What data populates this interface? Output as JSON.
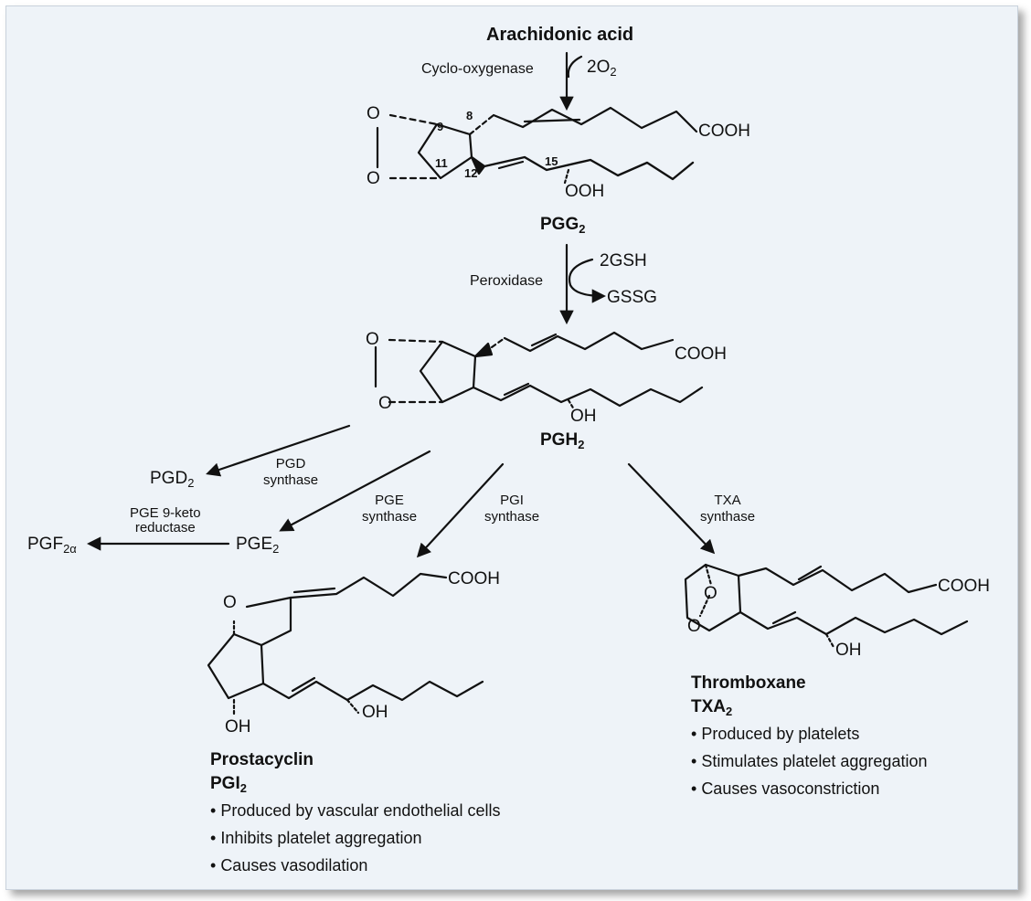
{
  "title": "Arachidonic acid",
  "steps": {
    "cox": {
      "enzyme": "Cyclo-oxygenase",
      "cofactor_base": "2O",
      "cofactor_sub": "2"
    },
    "pgg2": {
      "label_base": "PGG",
      "label_sub": "2",
      "cooh": "COOH",
      "ooh": "OOH",
      "o_top": "O",
      "o_bottom": "O",
      "pos9": "9",
      "pos8": "8",
      "pos11": "11",
      "pos12": "12",
      "pos15": "15"
    },
    "peroxidase": {
      "enzyme": "Peroxidase",
      "in": "2GSH",
      "out": "GSSG"
    },
    "pgh2": {
      "label_base": "PGH",
      "label_sub": "2",
      "cooh": "COOH",
      "oh": "OH",
      "o_top": "O",
      "o_bottom": "O"
    }
  },
  "branches": {
    "pgd": {
      "product_base": "PGD",
      "product_sub": "2",
      "enzyme_line1": "PGD",
      "enzyme_line2": "synthase"
    },
    "pge": {
      "product_base": "PGE",
      "product_sub": "2",
      "enzyme_line1": "PGE",
      "enzyme_line2": "synthase"
    },
    "pgf": {
      "product_base": "PGF",
      "product_sub": "2α",
      "enzyme_line1": "PGE 9-keto",
      "enzyme_line2": "reductase"
    },
    "pgi": {
      "enzyme_line1": "PGI",
      "enzyme_line2": "synthase"
    },
    "txa": {
      "enzyme_line1": "TXA",
      "enzyme_line2": "synthase"
    }
  },
  "prostacyclin": {
    "name": "Prostacyclin",
    "abbr_base": "PGI",
    "abbr_sub": "2",
    "cooh": "COOH",
    "oh_ring": "OH",
    "oh_chain": "OH",
    "o_ring": "O",
    "bullets": [
      "Produced by vascular endothelial cells",
      "Inhibits platelet aggregation",
      "Causes vasodilation"
    ]
  },
  "thromboxane": {
    "name": "Thromboxane",
    "abbr_base": "TXA",
    "abbr_sub": "2",
    "cooh": "COOH",
    "oh": "OH",
    "o_top": "O",
    "o_bottom": "O",
    "bullets": [
      "Produced by platelets",
      "Stimulates platelet aggregation",
      "Causes vasoconstriction"
    ]
  },
  "colors": {
    "background": "#eef3f8",
    "ink": "#111111",
    "border": "#c9d2dc"
  }
}
